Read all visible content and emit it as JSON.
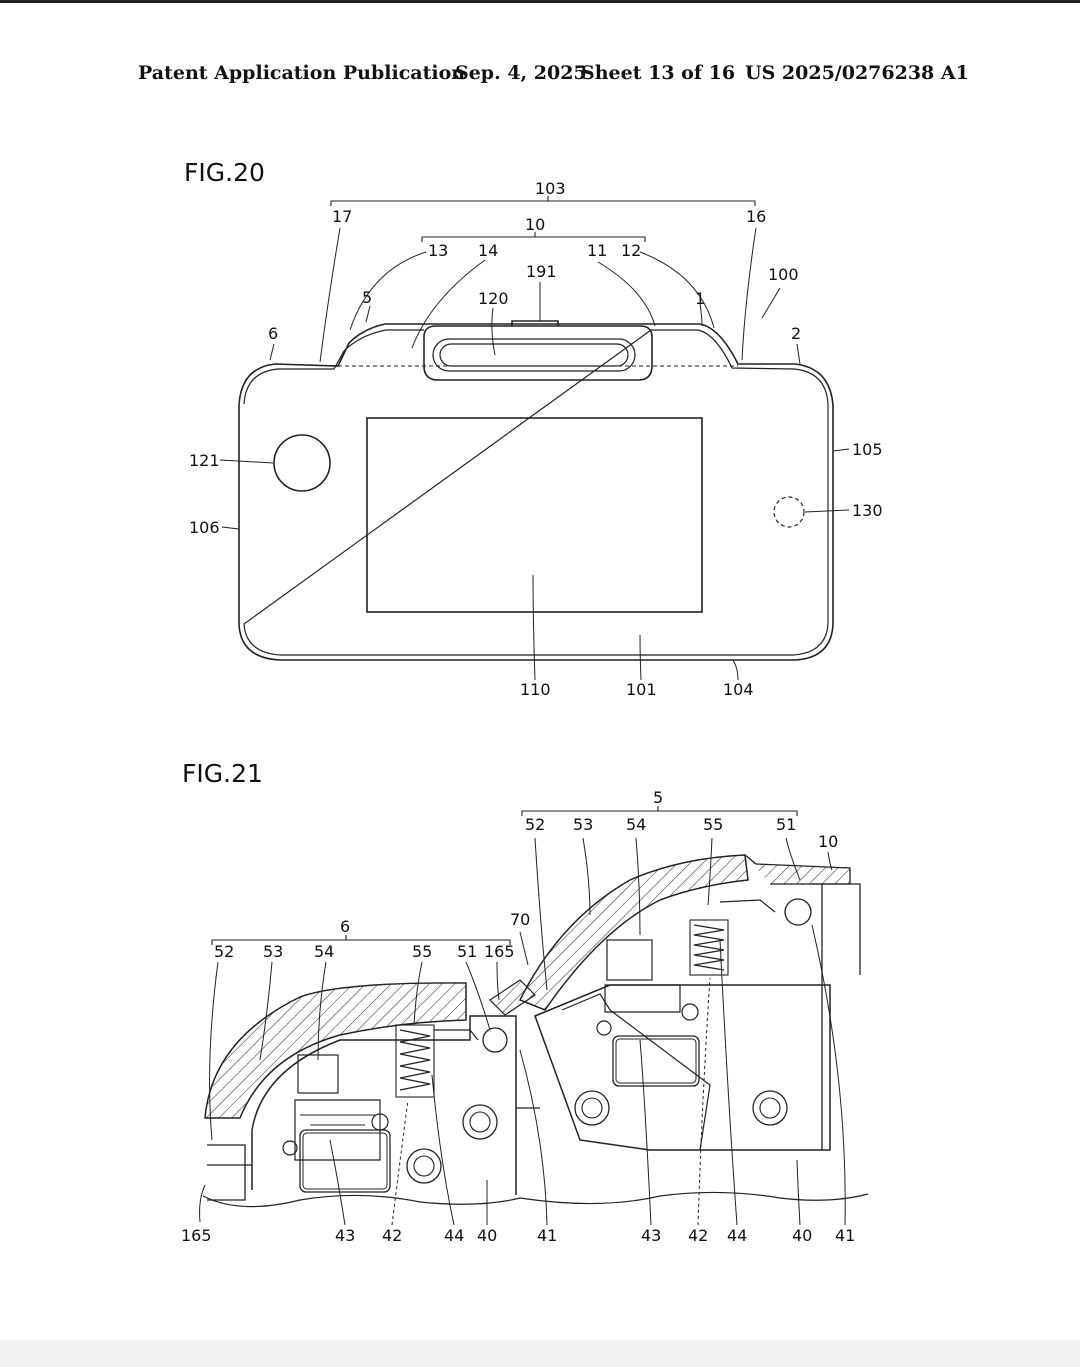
{
  "header": {
    "title": "Patent Application Publication",
    "date": "Sep. 4, 2025",
    "sheet": "Sheet 13 of 16",
    "pub_number": "US 2025/0276238 A1"
  },
  "fig20": {
    "title": "FIG.20",
    "labels": {
      "l103": "103",
      "l17": "17",
      "l10": "10",
      "l16": "16",
      "l13": "13",
      "l14": "14",
      "l11": "11",
      "l12": "12",
      "l191": "191",
      "l100": "100",
      "l5": "5",
      "l120": "120",
      "l1": "1",
      "l6": "6",
      "l2": "2",
      "l121": "121",
      "l105": "105",
      "l106": "106",
      "l130": "130",
      "l110": "110",
      "l101": "101",
      "l104": "104"
    }
  },
  "fig21": {
    "title": "FIG.21",
    "labels": {
      "l5": "5",
      "l52a": "52",
      "l53a": "53",
      "l54a": "54",
      "l55a": "55",
      "l51a": "51",
      "l10": "10",
      "l70": "70",
      "l6": "6",
      "l52b": "52",
      "l53b": "53",
      "l54b": "54",
      "l55b": "55",
      "l51b": "51",
      "l165a": "165",
      "l165b": "165",
      "l43a": "43",
      "l42a": "42",
      "l44a": "44",
      "l40a": "40",
      "l41a": "41",
      "l43b": "43",
      "l42b": "42",
      "l44b": "44",
      "l40b": "40",
      "l41b": "41"
    }
  }
}
